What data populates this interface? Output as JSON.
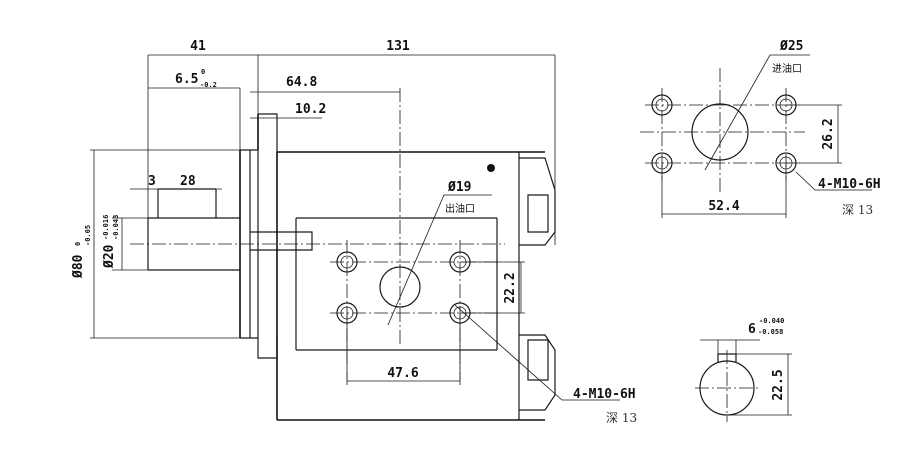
{
  "dimensions": {
    "overall_length": "131",
    "shaft_length": "41",
    "flange_offset": "6.5",
    "flange_tol_upper": "0",
    "flange_tol_lower": "-0.2",
    "port_center_dist": "64.8",
    "flange_thickness": "10.2",
    "key_offset": "3",
    "key_length": "28",
    "pilot_dia": "Ø80",
    "pilot_tol_upper": "0",
    "pilot_tol_lower": "-0.05",
    "shaft_dia": "Ø20",
    "shaft_tol_upper": "-0.016",
    "shaft_tol_lower": "-0.043"
  },
  "outlet": {
    "dia": "Ø19",
    "label": "出油口",
    "bolt_spacing_h": "47.6",
    "bolt_spacing_v": "22.2",
    "thread": "4-M10-6H",
    "depth": "深 13"
  },
  "inlet": {
    "dia": "Ø25",
    "label": "进油口",
    "bolt_spacing_h": "52.4",
    "bolt_spacing_v": "26.2",
    "thread": "4-M10-6H",
    "depth": "深 13"
  },
  "shaft_section": {
    "key_width": "6",
    "key_tol_upper": "-0.040",
    "key_tol_lower": "-0.058",
    "height": "22.5"
  }
}
